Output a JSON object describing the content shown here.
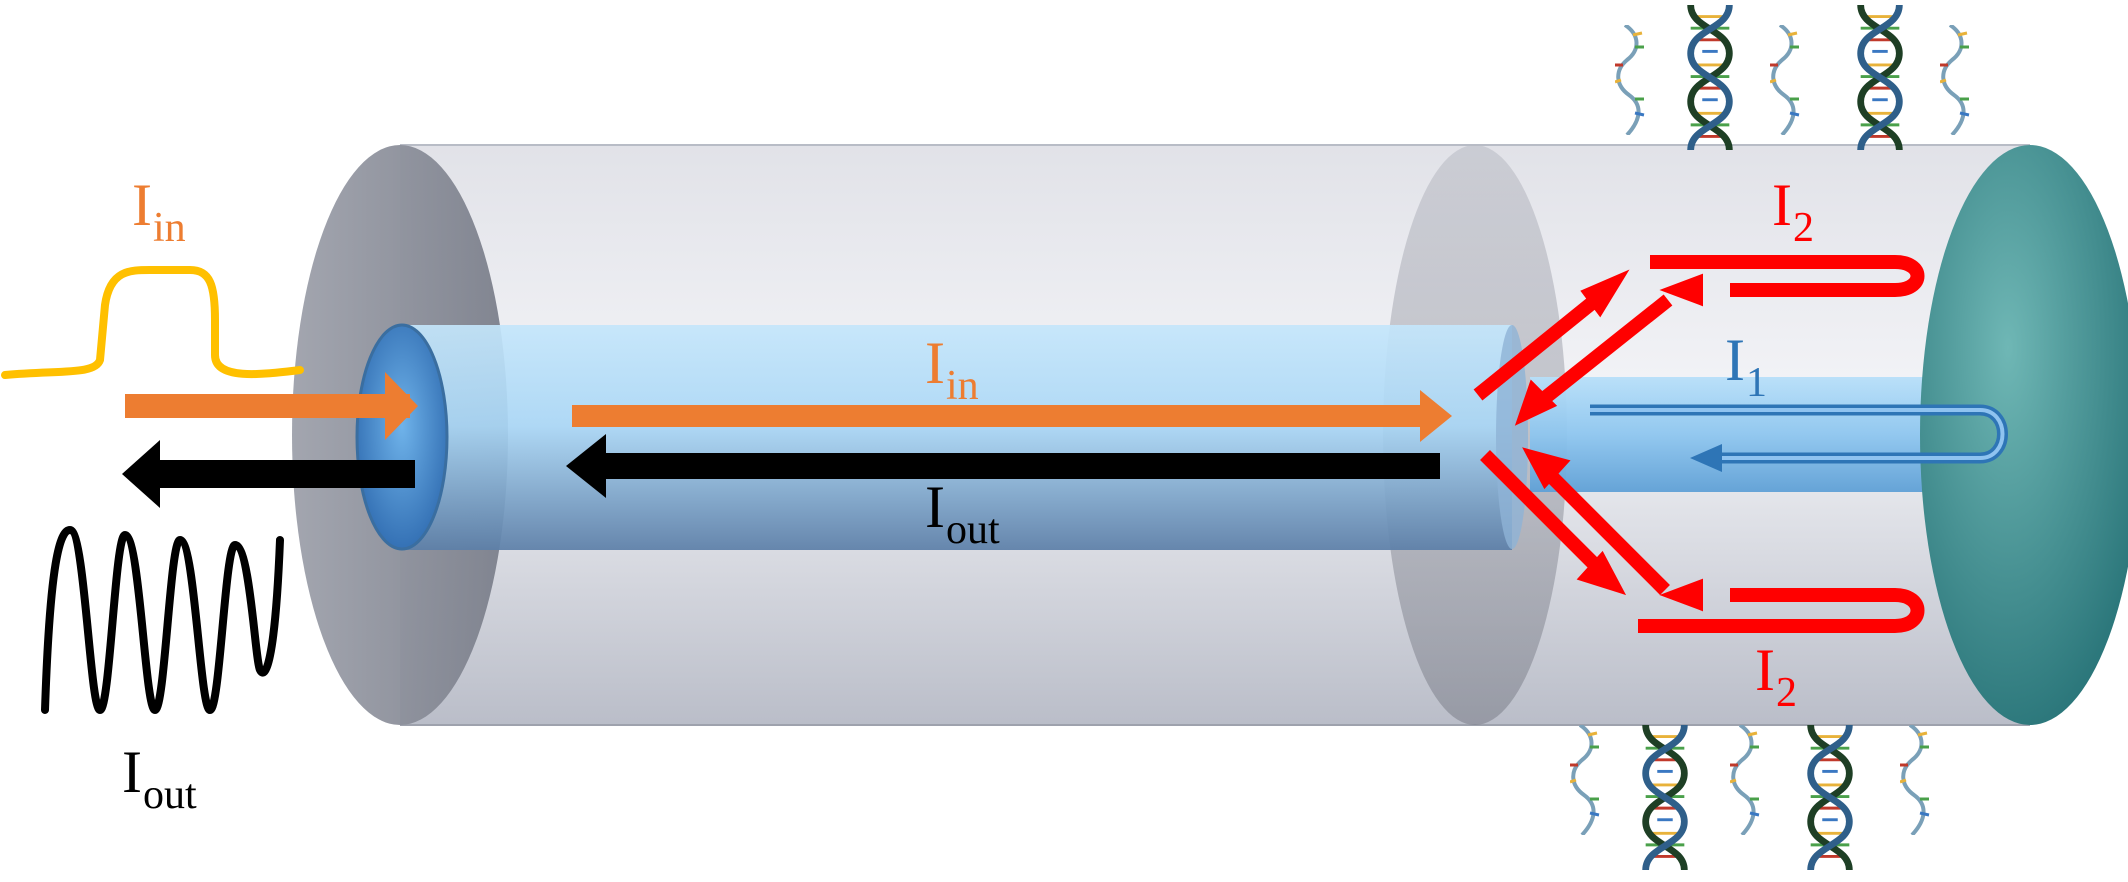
{
  "labels": {
    "in_symbol": "I",
    "in_sub": "in",
    "out_symbol": "I",
    "out_sub": "out",
    "one_symbol": "I",
    "one_sub": "1",
    "two_symbol": "I",
    "two_sub": "2"
  },
  "colors": {
    "incident": "#ed7d31",
    "output": "#000000",
    "reflected_cladding": "#ff0000",
    "reflected_core": "#2e75b6",
    "pulse_in": "#ffc000",
    "cylinder": "#c9ccd6",
    "core": "#a9d6f5",
    "end_face": "#2a8d8f"
  },
  "icons": [
    "dna-helix-icon",
    "single-strand-dna-icon"
  ]
}
